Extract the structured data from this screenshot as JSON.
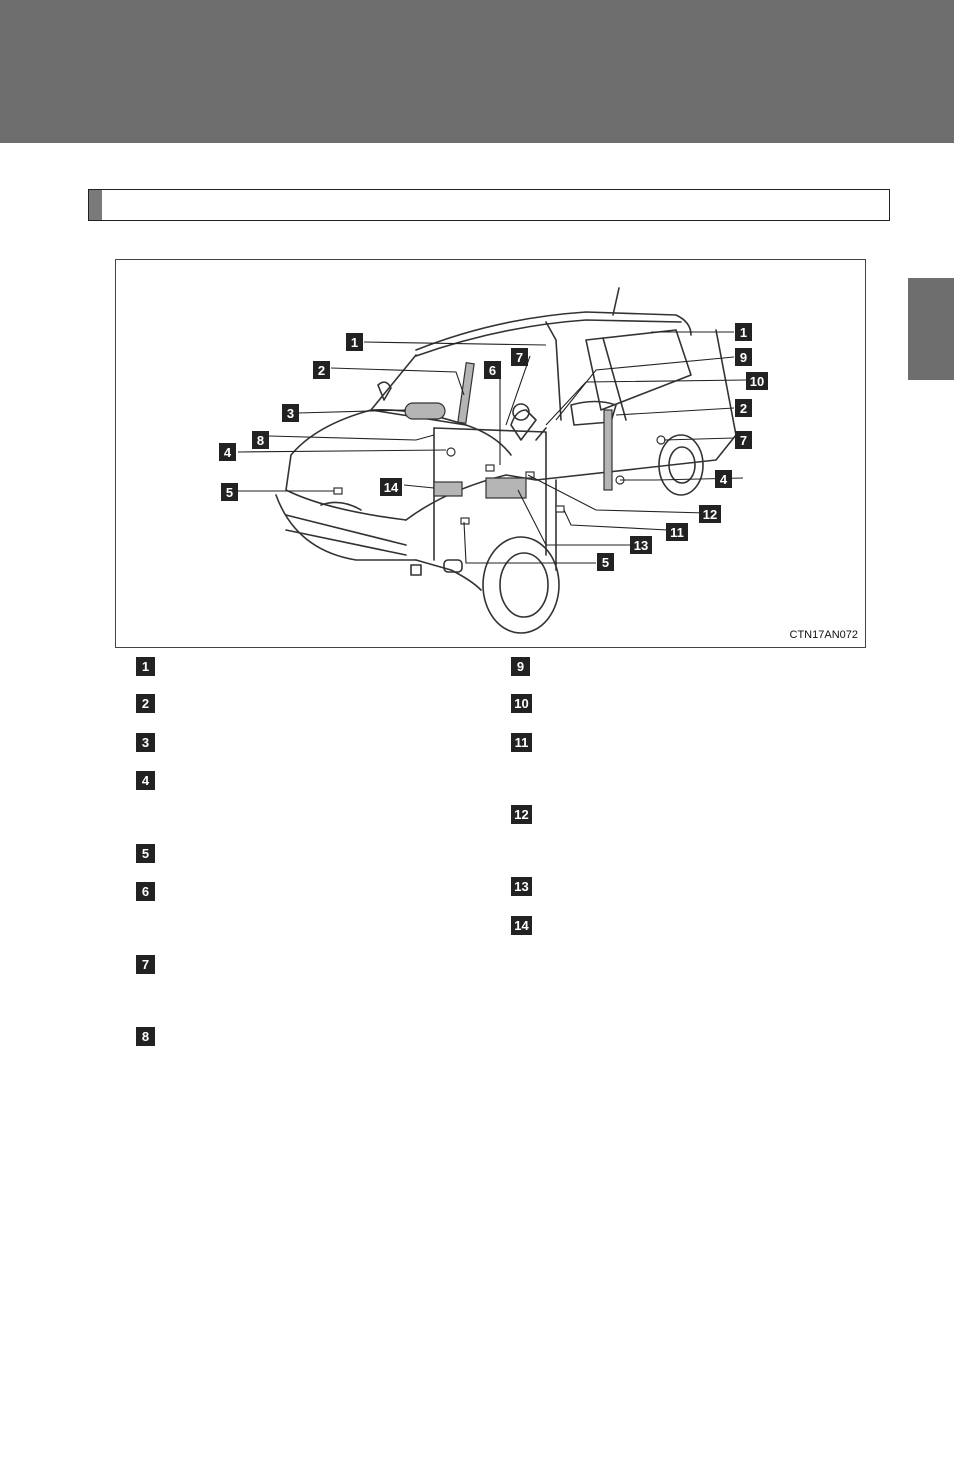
{
  "header": {
    "section_title": ""
  },
  "figure": {
    "code": "CTN17AN072",
    "callouts": [
      "1",
      "1",
      "9",
      "7",
      "2",
      "6",
      "10",
      "3",
      "2",
      "8",
      "7",
      "4",
      "4",
      "5",
      "14",
      "12",
      "11",
      "13",
      "5"
    ]
  },
  "list": {
    "left": [
      {
        "num": "1",
        "text": ""
      },
      {
        "num": "2",
        "text": ""
      },
      {
        "num": "3",
        "text": ""
      },
      {
        "num": "4",
        "text": ""
      },
      {
        "num": "5",
        "text": ""
      },
      {
        "num": "6",
        "text": ""
      },
      {
        "num": "7",
        "text": ""
      },
      {
        "num": "8",
        "text": ""
      }
    ],
    "right": [
      {
        "num": "9",
        "text": ""
      },
      {
        "num": "10",
        "text": ""
      },
      {
        "num": "11",
        "text": ""
      },
      {
        "num": "12",
        "text": ""
      },
      {
        "num": "13",
        "text": ""
      },
      {
        "num": "14",
        "text": ""
      }
    ]
  },
  "colors": {
    "banner": "#6e6e6e",
    "badge": "#222222"
  }
}
